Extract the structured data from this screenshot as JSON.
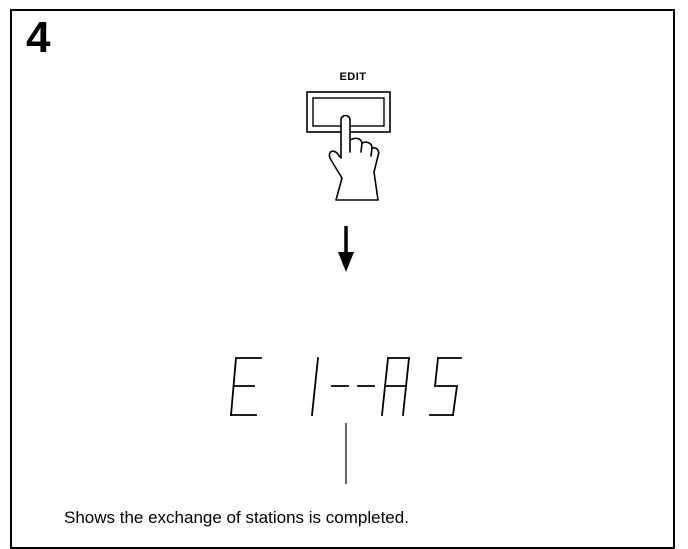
{
  "step": {
    "number": "4"
  },
  "button": {
    "label": "EDIT",
    "icon": "hand-press-icon"
  },
  "flow": {
    "icon": "down-arrow-icon"
  },
  "display": {
    "text": "E 1--A5",
    "characters": [
      "E",
      "1",
      "-",
      "A",
      "5"
    ]
  },
  "caption": {
    "text": "Shows the exchange of stations is completed."
  },
  "colors": {
    "ink": "#000000",
    "background": "#ffffff"
  }
}
